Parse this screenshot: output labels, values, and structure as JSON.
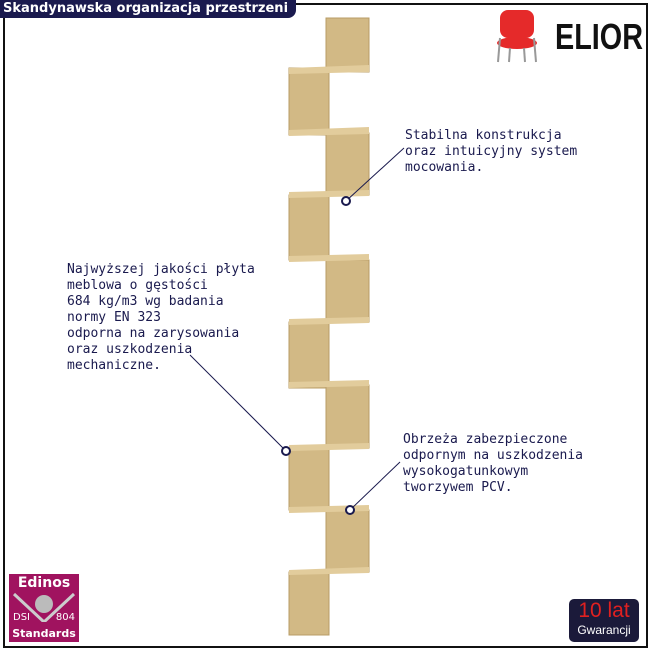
{
  "header": {
    "title": "Skandynawska organizacja przestrzeni"
  },
  "brand": {
    "name": "ELIOR",
    "icon": "red-chair-icon"
  },
  "callouts": [
    {
      "text": "Stabilna konstrukcja\noraz intuicyjny system\nmocowania."
    },
    {
      "text": "Najwyższej jakości płyta\nmeblowa o gęstości\n684 kg/m3 wg badania\nnormy EN 323\nodporna na zarysowania\noraz uszkodzenia\nmechaniczne."
    },
    {
      "text": "Obrzeża zabezpieczone\nodpornym na uszkodzenia\nwysokogatunkowym\ntworzywem PCV."
    }
  ],
  "badges": {
    "edinos": {
      "name": "Edinos",
      "left": "DSI",
      "right": "804",
      "bottom": "Standards"
    },
    "warranty": {
      "years": "10 lat",
      "label": "Gwarancji"
    }
  },
  "colors": {
    "navy": "#1a1a4e",
    "wood": "#cfb57e",
    "magenta": "#a0135f",
    "red": "#e02020"
  }
}
